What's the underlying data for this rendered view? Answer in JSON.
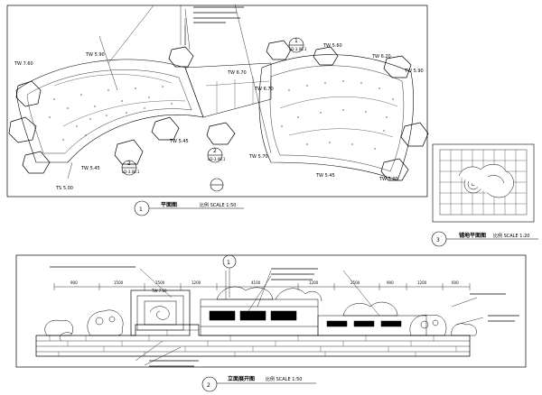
{
  "drawing": {
    "plan_view": {
      "title": "平面图",
      "scale": "比例 SCALE 1:50",
      "number": "1",
      "elevation_labels": [
        "TW 7.60",
        "TW 5.90",
        "TW 6.70",
        "TW 5.60",
        "TW 6.20",
        "TW 5.90",
        "TW 5.45",
        "TW 5.45",
        "TS 5.00",
        "TW 5.70",
        "TW 5.45",
        "TW 6.70",
        "TW 5.00"
      ],
      "section_marks": [
        {
          "number": "1",
          "ref": "LD-3.08.1"
        },
        {
          "number": "2",
          "ref": "LD-3.08.1"
        },
        {
          "number": "2",
          "ref": "LD-3.08.1"
        }
      ]
    },
    "paving_detail": {
      "title": "铺地平面图",
      "scale": "比例 SCALE 1:20",
      "number": "3"
    },
    "elevation_view": {
      "title": "立面展开图",
      "scale": "比例 SCALE 1:50",
      "number": "2",
      "dimensions": [
        "900",
        "1500",
        "2500",
        "1200",
        "4100",
        "1200",
        "2500",
        "900",
        "1200",
        "600"
      ],
      "section_mark": "1",
      "level_label": "TW 7.60"
    }
  }
}
